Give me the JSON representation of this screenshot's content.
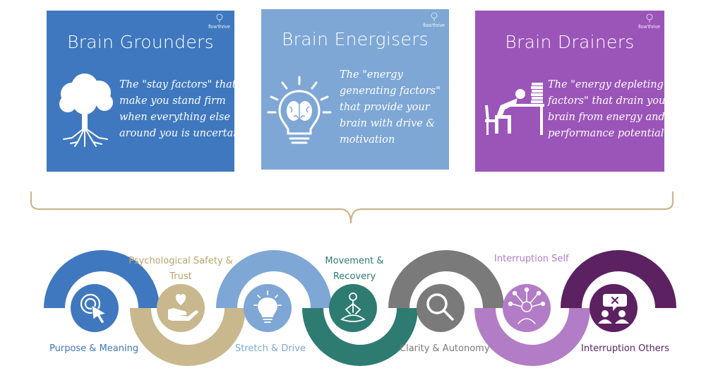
{
  "cards": [
    {
      "id": "grounders",
      "title": "Brain Grounders",
      "lines": [
        "The \"stay factors\" that",
        "make you stand firm",
        "when everything else",
        "around you is uncertain"
      ],
      "color": "#3f78bf",
      "icon": "tree-icon"
    },
    {
      "id": "energisers",
      "title": "Brain Energisers",
      "lines": [
        "The \"energy",
        "generating factors\"",
        "that provide your",
        "brain with drive &",
        "motivation"
      ],
      "color": "#7ea7d5",
      "icon": "lightbulb-brain-icon"
    },
    {
      "id": "drainers",
      "title": "Brain Drainers",
      "lines": [
        "The \"energy depleting",
        "factors\" that drain your",
        "brain from energy and",
        "performance potential"
      ],
      "color": "#9b55b9",
      "icon": "exhausted-worker-icon"
    }
  ],
  "logo_text": "flow'thrive",
  "bracket_color": "#c9b88e",
  "factors": [
    {
      "label": "Purpose & Meaning",
      "color": "#3f78bf",
      "icon": "cursor-click-icon"
    },
    {
      "label": "Psychological Safety & Trust",
      "color": "#c9b88e",
      "icon": "heart-in-hand-icon"
    },
    {
      "label": "Stretch & Drive",
      "color": "#7ea7d5",
      "icon": "lightbulb-icon"
    },
    {
      "label": "Movement & Recovery",
      "color": "#2e7b72",
      "icon": "meditation-icon"
    },
    {
      "label": "Clarity & Autonomy",
      "color": "#7a7a7a",
      "icon": "magnifier-icon"
    },
    {
      "label": "Interruption Self",
      "color": "#b37cc6",
      "icon": "distracted-person-icon"
    },
    {
      "label": "Interruption Others",
      "color": "#5c2161",
      "icon": "people-chat-icon"
    }
  ]
}
